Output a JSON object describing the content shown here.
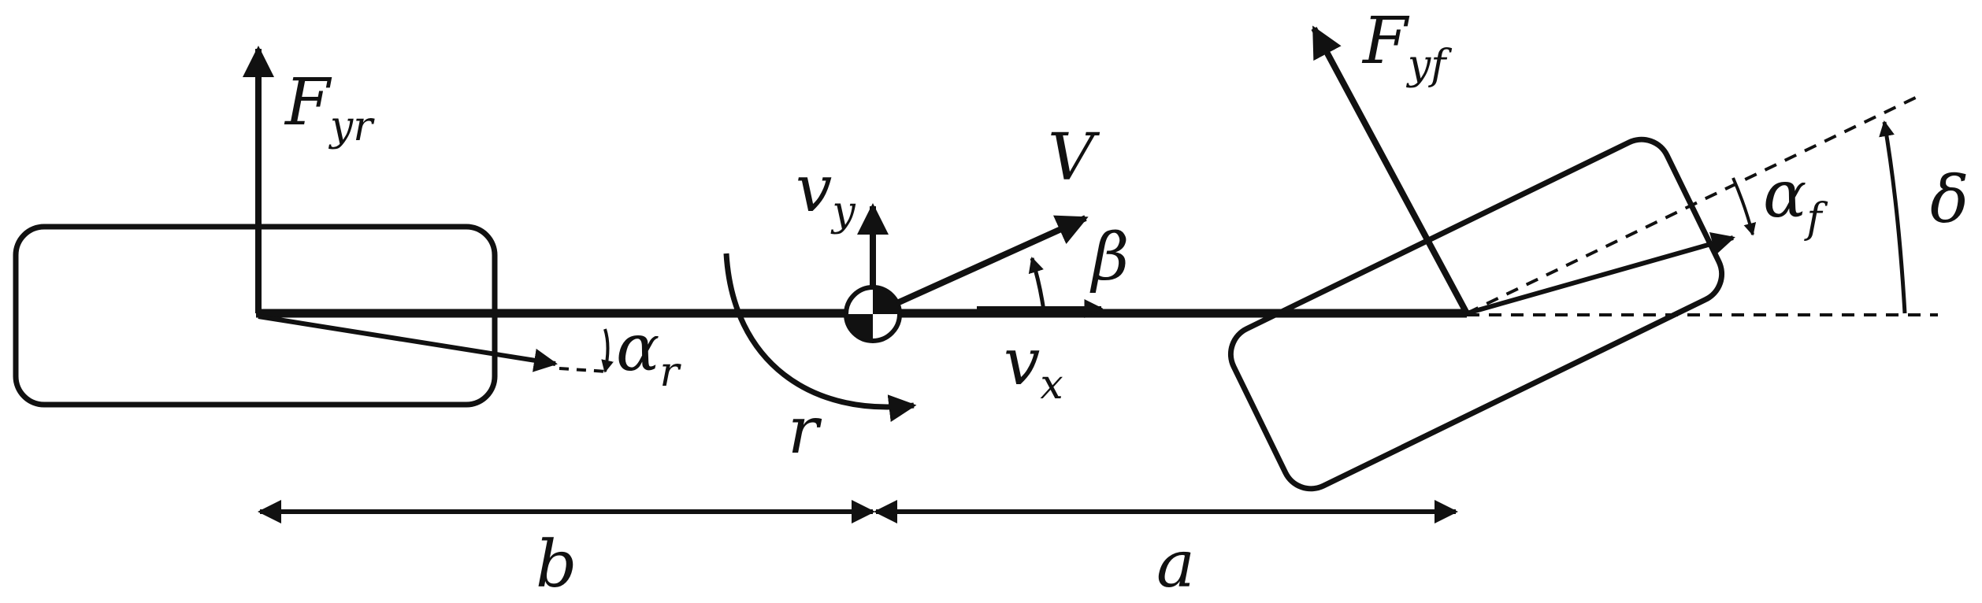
{
  "labels": {
    "F_yr": {
      "main": "F",
      "sub": "yr"
    },
    "F_yf": {
      "main": "F",
      "sub": "yf"
    },
    "v_y": {
      "main": "v",
      "sub": "y"
    },
    "v_x": {
      "main": "v",
      "sub": "x"
    },
    "V": "V",
    "beta": "β",
    "delta": "δ",
    "alpha_r": {
      "main": "α",
      "sub": "r"
    },
    "alpha_f": {
      "main": "α",
      "sub": "f"
    },
    "r": "r",
    "a": "a",
    "b": "b"
  },
  "colors": {
    "ink": "#111111",
    "background": "#ffffff"
  }
}
